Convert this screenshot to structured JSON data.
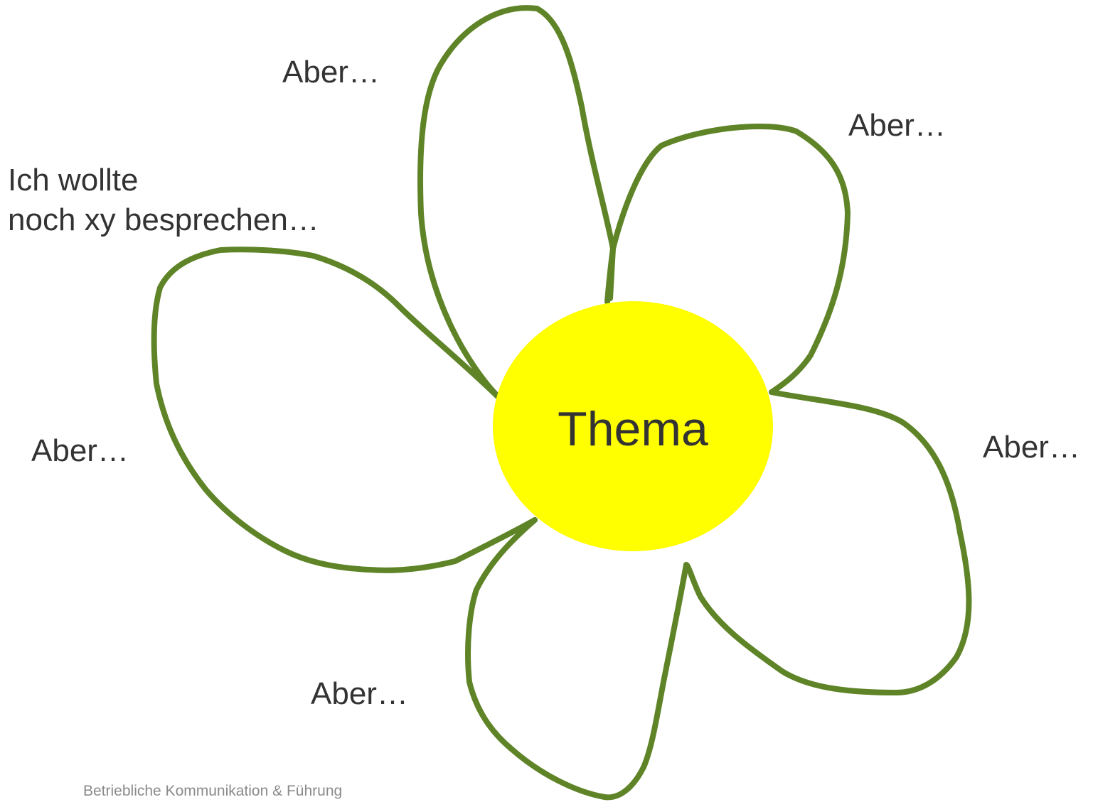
{
  "colors": {
    "petal_stroke": "#5e8427",
    "center_fill": "#ffff00",
    "text": "#333333",
    "footer_text": "#8a8a8a"
  },
  "center": {
    "label": "Thema"
  },
  "petal_labels": {
    "top_left": "Aber…",
    "top_right": "Aber…",
    "left_line1": "Ich wollte",
    "left_line2": "noch xy besprechen…",
    "left": "Aber…",
    "right": "Aber…",
    "bottom_left": "Aber…"
  },
  "footer": {
    "text": "Betriebliche Kommunikation & Führung"
  }
}
